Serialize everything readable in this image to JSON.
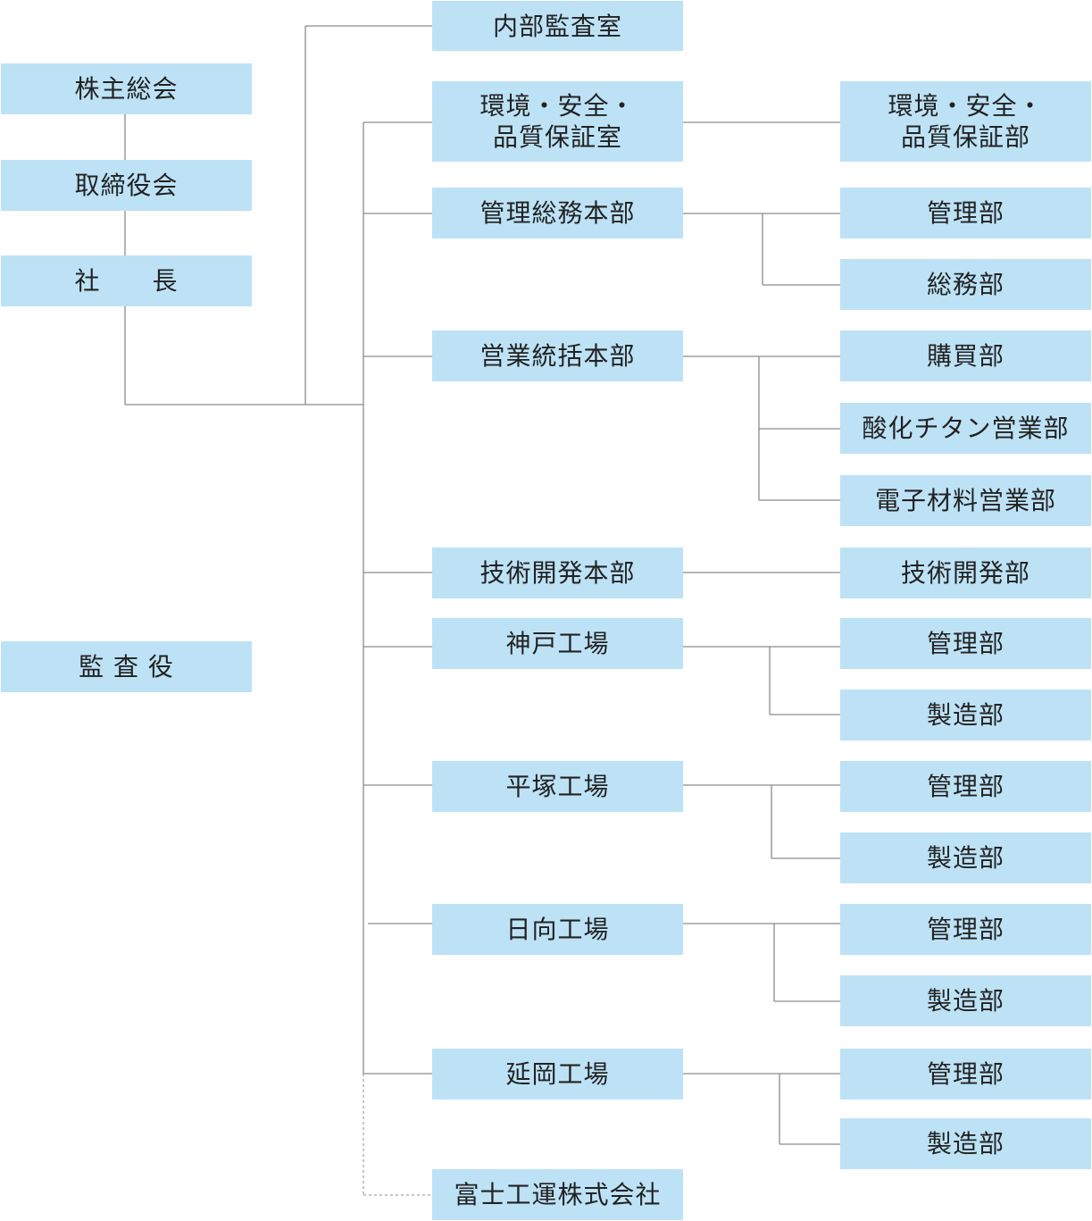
{
  "left": {
    "shareholders": "株主総会",
    "board": "取締役会",
    "president": "社　　長",
    "auditors": "監 査 役"
  },
  "middle": {
    "internal_audit": "内部監査室",
    "esq_office": "環境・安全・\n品質保証室",
    "admin_hq": "管理総務本部",
    "sales_hq": "営業統括本部",
    "tech_hq": "技術開発本部",
    "kobe": "神戸工場",
    "hiratsuka": "平塚工場",
    "hyuga": "日向工場",
    "nobeoka": "延岡工場",
    "fuji": "富士工運株式会社"
  },
  "right": {
    "esq_dept": "環境・安全・\n品質保証部",
    "admin_mgmt": "管理部",
    "admin_general": "総務部",
    "purchasing": "購買部",
    "tio2_sales": "酸化チタン営業部",
    "electronic_sales": "電子材料営業部",
    "tech_dept": "技術開発部",
    "kobe_mgmt": "管理部",
    "kobe_mfg": "製造部",
    "hiratsuka_mgmt": "管理部",
    "hiratsuka_mfg": "製造部",
    "hyuga_mgmt": "管理部",
    "hyuga_mfg": "製造部",
    "nobeoka_mgmt": "管理部",
    "nobeoka_mfg": "製造部"
  },
  "colors": {
    "box": "#bde2f6",
    "line": "#8c8c8c"
  }
}
